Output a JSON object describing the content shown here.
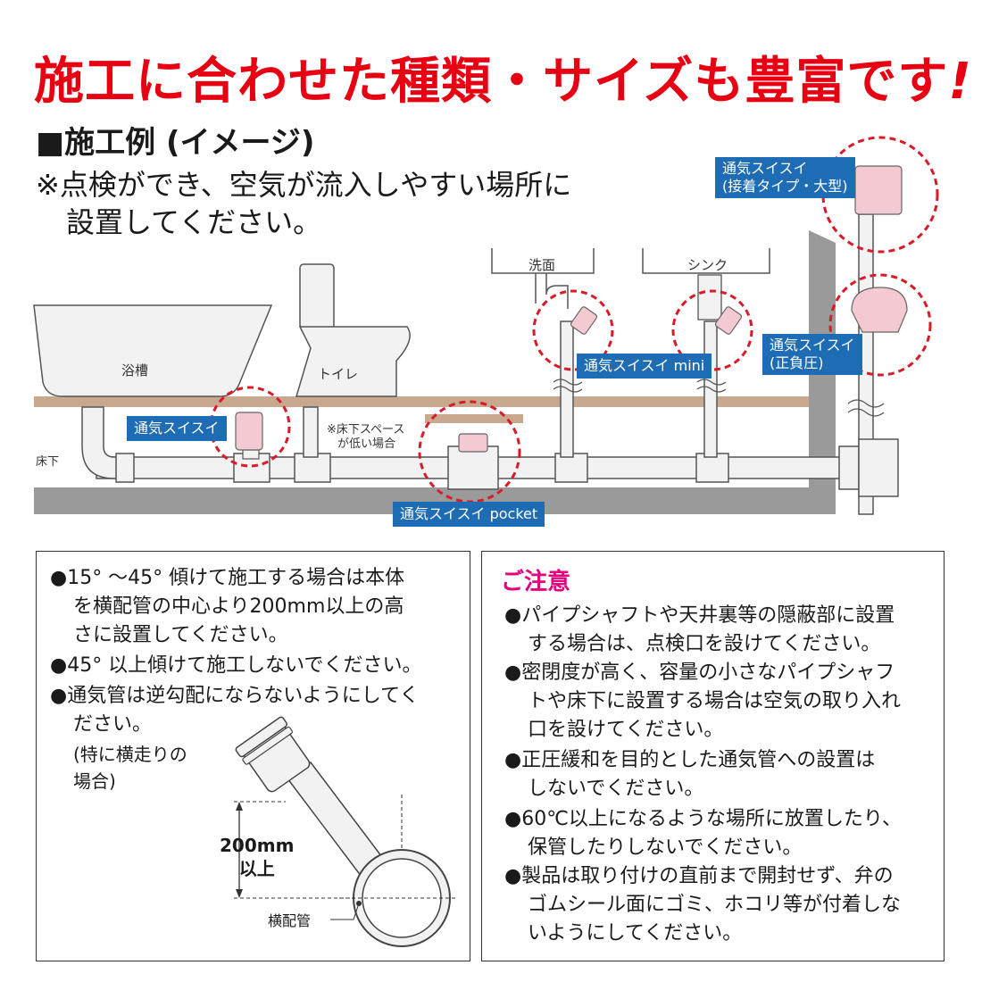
{
  "headline": "施工に合わせた種類・サイズも豊富です",
  "headline_mark": "!",
  "section_title": "■施工例 (イメージ)",
  "note": {
    "line1": "※点検ができ、空気が流入しやすい場所に",
    "line2": "設置してください。"
  },
  "diagram": {
    "labels": {
      "bathtub": "浴槽",
      "toilet": "トイレ",
      "washbasin": "洗面",
      "sink": "シンク",
      "underfloor": "床下",
      "low_space_1": "※床下スペース",
      "low_space_2": "が低い場合"
    },
    "tags": {
      "standard": "通気スイスイ",
      "mini": "通気スイスイ mini",
      "pocket": "通気スイスイ pocket",
      "large_1": "通気スイスイ",
      "large_2": "(接着タイプ・大型)",
      "positive_1": "通気スイスイ",
      "positive_2": "(正負圧)"
    },
    "colors": {
      "floor": "#c8a990",
      "pipe": "#f2f2f2",
      "ground": "#9a9a9a",
      "circle": "#d81b27",
      "product": "#f3c9d2",
      "tag": "#1e6cb3"
    }
  },
  "left_box": {
    "bullet1": [
      "●15° ～45° 傾けて施工する場合は本体",
      "を横配管の中心より200mm以上の高",
      "さに設置してください。"
    ],
    "bullet2": [
      "●45° 以上傾けて施工しないでください。"
    ],
    "bullet3": [
      "●通気管は逆勾配にならないようにしてく",
      "ださい。"
    ],
    "sub_note": [
      "(特に横走りの",
      "場合)"
    ],
    "dimension": [
      "200mm",
      "以上"
    ],
    "pipe_label": "横配管"
  },
  "caution": {
    "title": "ご注意",
    "items": [
      [
        "●パイプシャフトや天井裏等の隠蔽部に設置",
        "する場合は、点検口を設けてください。"
      ],
      [
        "●密閉度が高く、容量の小さなパイプシャフ",
        "トや床下に設置する場合は空気の取り入れ",
        "口を設けてください。"
      ],
      [
        "●正圧緩和を目的とした通気管への設置は",
        "しないでください。"
      ],
      [
        "●60℃以上になるような場所に放置したり、",
        "保管したりしないでください。"
      ],
      [
        "●製品は取り付けの直前まで開封せず、弁の",
        "ゴムシール面にゴミ、ホコリ等が付着しな",
        "いようにしてください。"
      ]
    ]
  }
}
